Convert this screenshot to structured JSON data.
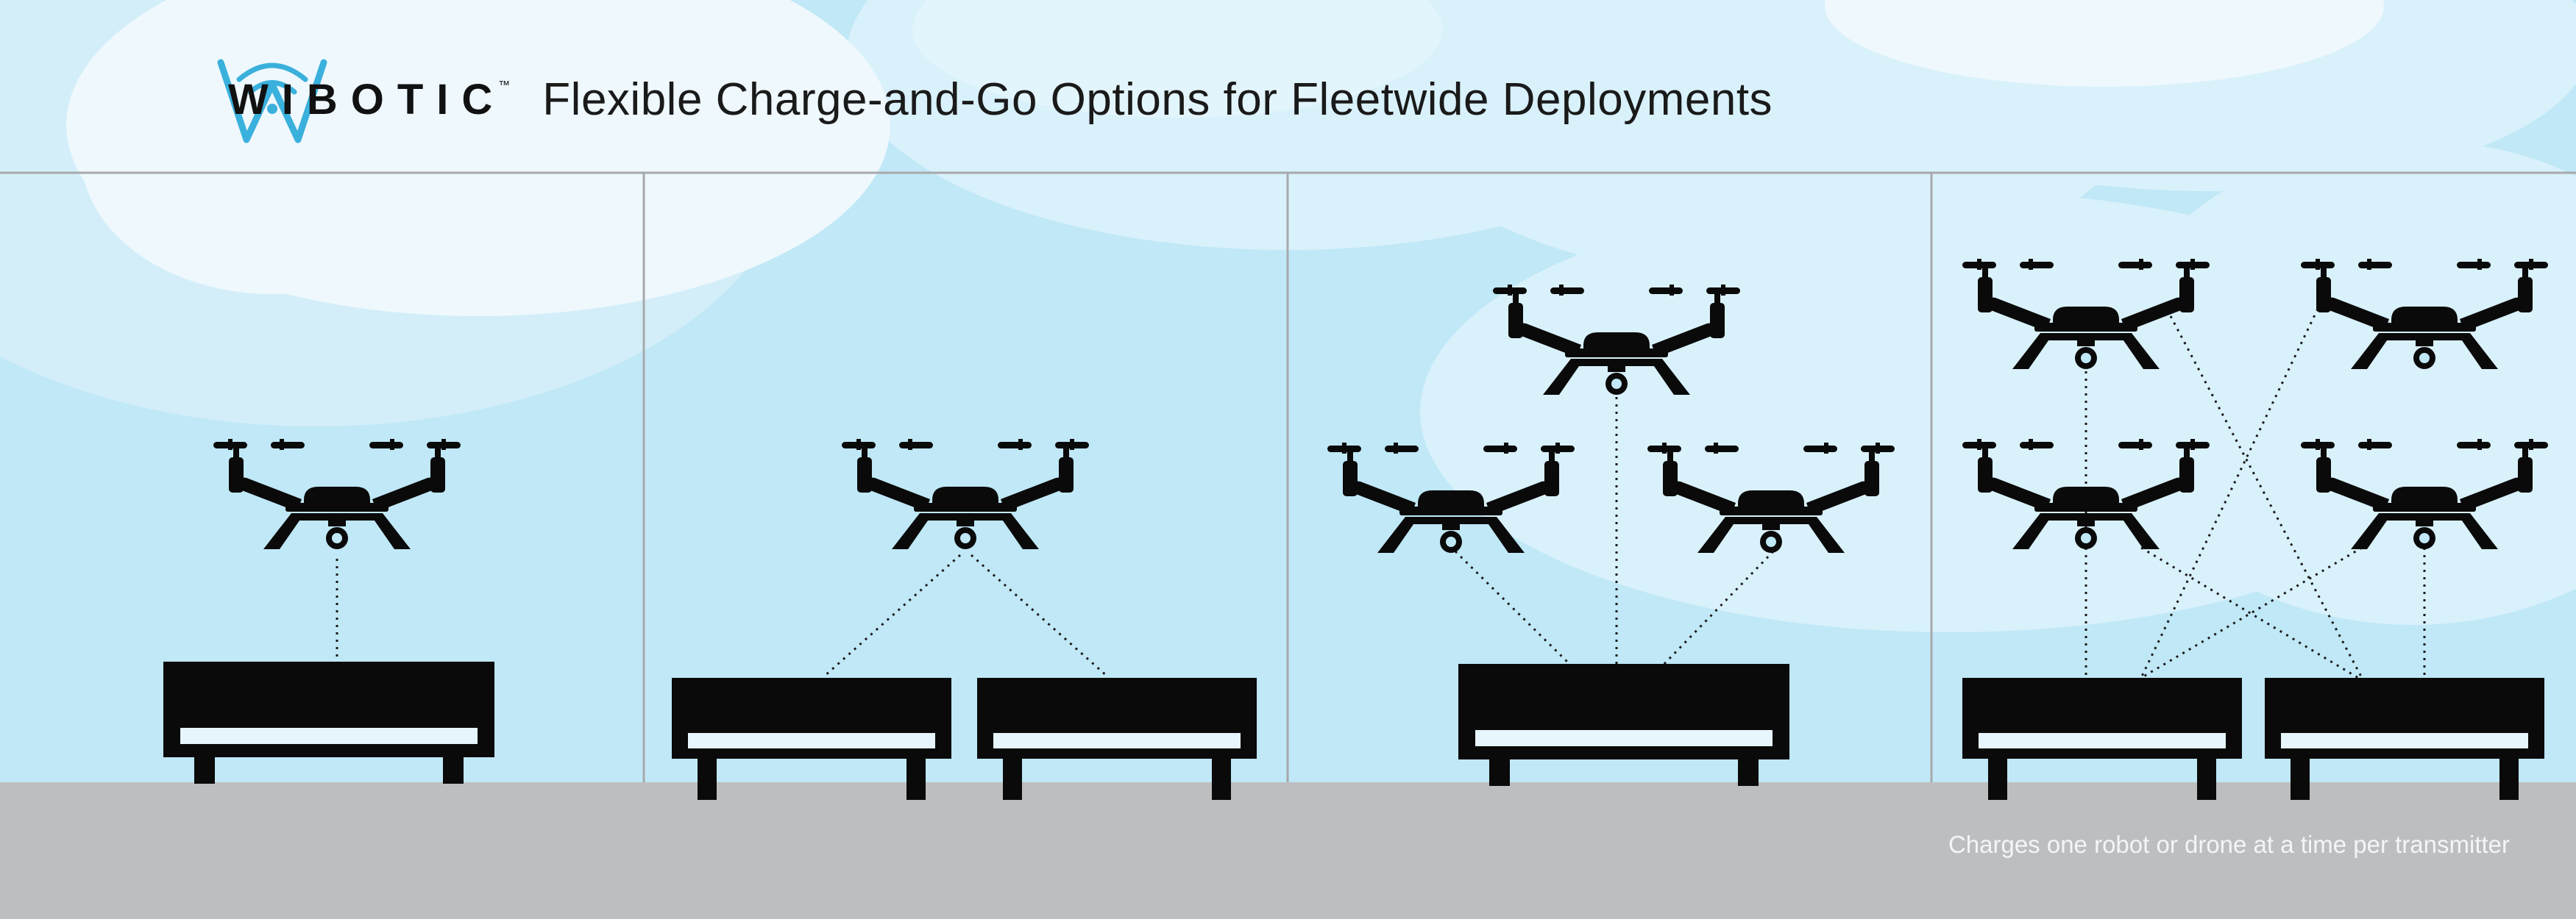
{
  "brand": {
    "name": "WIBOTIC",
    "trademark": "™"
  },
  "title": "Flexible Charge-and-Go Options for Fleetwide Deployments",
  "caption": "Charges one robot or drone at a time per transmitter",
  "colors": {
    "sky": "#c0e8f7",
    "cloud": "#d9f1fb",
    "cloud_light": "#eef8fd",
    "ground": "#bdbec0",
    "silhouette": "#0a0a0a",
    "logo_blue": "#3ab0dc",
    "divider": "#a7a9ab"
  },
  "icons": [
    "wibotic-logo-icon",
    "drone-icon",
    "charging-pad-icon"
  ],
  "panels": [
    {
      "name": "one-drone-one-pad",
      "drones": 1,
      "pads": 1
    },
    {
      "name": "one-drone-two-pads",
      "drones": 1,
      "pads": 2
    },
    {
      "name": "three-drones-one-pad",
      "drones": 3,
      "pads": 1
    },
    {
      "name": "four-drones-two-pads",
      "drones": 4,
      "pads": 2
    }
  ]
}
